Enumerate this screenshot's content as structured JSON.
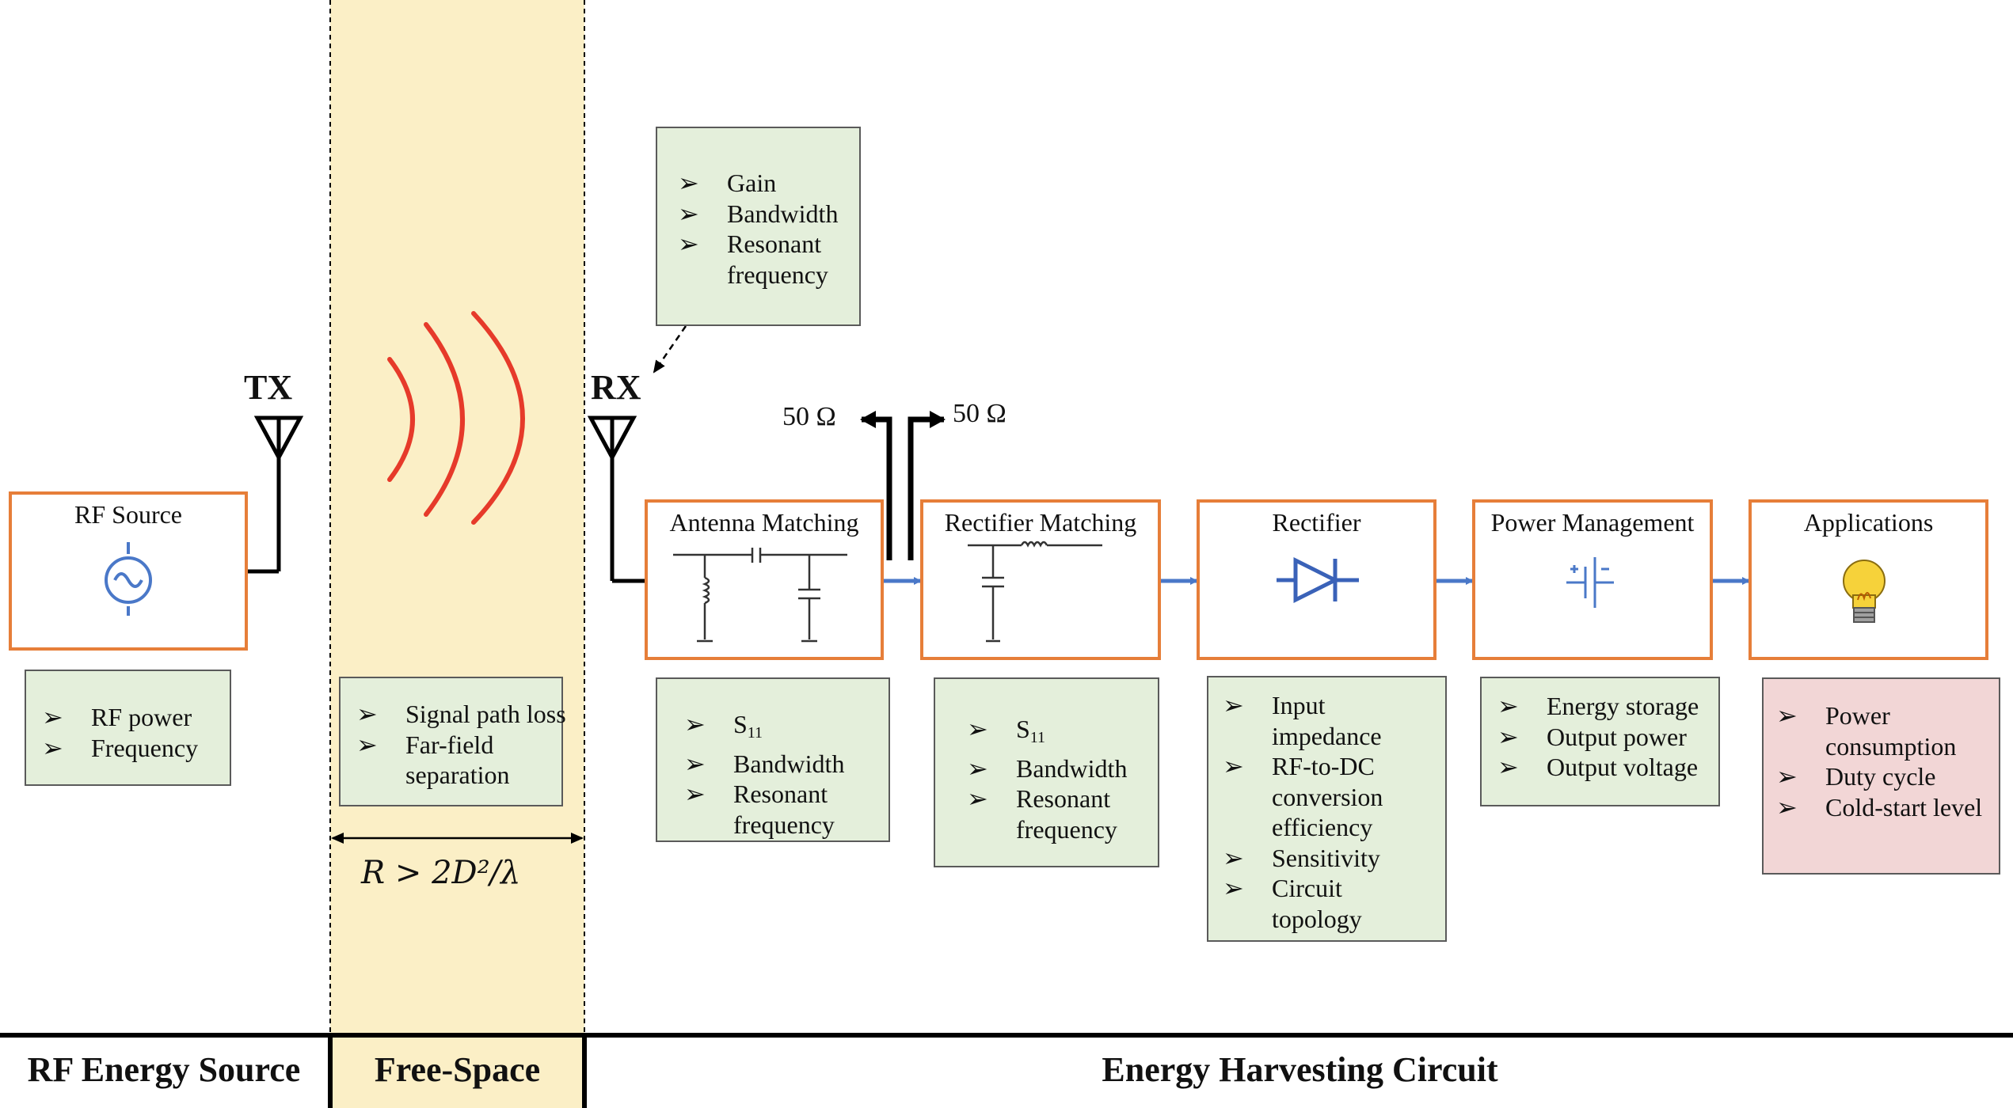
{
  "antennas": {
    "tx": "TX",
    "rx": "RX"
  },
  "source": {
    "label": "RF Source",
    "params": [
      "RF power",
      "Frequency"
    ]
  },
  "free_space": {
    "params": [
      "Signal path loss",
      "Far-field",
      "separation"
    ],
    "formula": "R > 2D²/λ"
  },
  "antenna_params": [
    "Gain",
    "Bandwidth",
    "Resonant",
    "frequency"
  ],
  "ports": {
    "left": "50 Ω",
    "right": "50 Ω"
  },
  "blocks": [
    {
      "label": "Antenna Matching",
      "params": [
        "S",
        "Bandwidth",
        "Resonant",
        "frequency"
      ],
      "param_sub": "11"
    },
    {
      "label": "Rectifier Matching",
      "params": [
        "S",
        "Bandwidth",
        "Resonant",
        "frequency"
      ],
      "param_sub": "11"
    },
    {
      "label": "Rectifier",
      "params": [
        "Input",
        "impedance",
        "RF-to-DC",
        "conversion",
        "efficiency",
        "Sensitivity",
        "Circuit",
        "topology"
      ]
    },
    {
      "label": "Power Management",
      "params": [
        "Energy storage",
        "Output power",
        "Output voltage"
      ]
    },
    {
      "label": "Applications",
      "params": [
        "Power",
        "consumption",
        "Duty cycle",
        "Cold-start level"
      ]
    }
  ],
  "bullet_glyph": "➢",
  "bottom_sections": [
    "RF Energy Source",
    "Free-Space",
    "Energy Harvesting Circuit"
  ],
  "colors": {
    "block_border": "#e67e39",
    "param_box": "#e4efdb",
    "app_box": "#f2d6d6",
    "free_space_band": "#fbefc6",
    "wave": "#e63a2a",
    "arrow": "#4a78c8"
  }
}
